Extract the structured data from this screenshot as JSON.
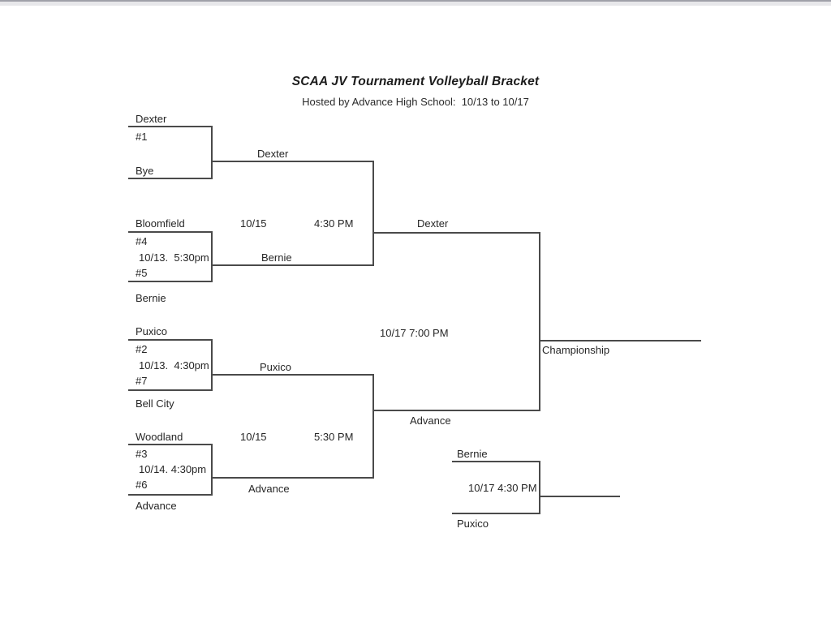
{
  "header": {
    "title": "SCAA JV Tournament Volleyball Bracket",
    "subtitle": "Hosted by Advance High School:  10/13 to 10/17"
  },
  "colors": {
    "background": "#ffffff",
    "line": "#4a4a4a",
    "text": "#262626",
    "top_strip": "#e7e7ea",
    "top_strip_edge": "#9fa0a8"
  },
  "round1": [
    {
      "team_top": "Dexter",
      "seed_top": "#1",
      "team_bottom": "Bye",
      "winner": "Dexter"
    },
    {
      "team_top": "Bloomfield",
      "seed_top": "#4",
      "schedule": "10/13.  5:30pm",
      "seed_bottom": "#5",
      "team_bottom": "Bernie",
      "winner": "Bernie"
    },
    {
      "team_top": "Puxico",
      "seed_top": "#2",
      "schedule": "10/13.  4:30pm",
      "seed_bottom": "#7",
      "team_bottom": "Bell City",
      "winner": "Puxico"
    },
    {
      "team_top": "Woodland",
      "seed_top": "#3",
      "schedule": "10/14. 4:30pm",
      "seed_bottom": "#6",
      "team_bottom": "Advance",
      "winner": "Advance"
    }
  ],
  "semifinals": [
    {
      "date": "10/15",
      "time": "4:30 PM",
      "winner": "Dexter"
    },
    {
      "date": "10/15",
      "time": "5:30 PM",
      "winner": "Advance"
    }
  ],
  "championship": {
    "date_time": "10/17 7:00 PM",
    "label": "Championship"
  },
  "consolation": {
    "team_top": "Bernie",
    "date_time": "10/17 4:30 PM",
    "team_bottom": "Puxico"
  }
}
